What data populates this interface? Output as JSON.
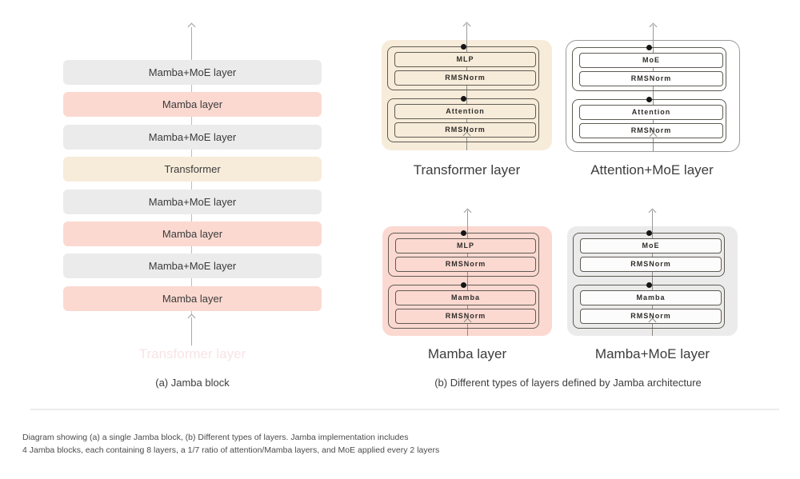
{
  "colors": {
    "gray_layer": "#ebebeb",
    "pink_layer": "#fbd9d1",
    "tan_layer": "#f7ecda",
    "white_layer": "#ffffff",
    "box_border": "#5f5b54",
    "arrow": "#9a9a9a",
    "dot": "#151515"
  },
  "panel_a": {
    "caption": "(a) Jamba block",
    "ghost_label": "Transformer layer",
    "rows": [
      {
        "label": "Mamba+MoE layer",
        "type": "gray"
      },
      {
        "label": "Mamba layer",
        "type": "pink"
      },
      {
        "label": "Mamba+MoE layer",
        "type": "gray"
      },
      {
        "label": "Transformer",
        "type": "tan"
      },
      {
        "label": "Mamba+MoE layer",
        "type": "gray"
      },
      {
        "label": "Mamba layer",
        "type": "pink"
      },
      {
        "label": "Mamba+MoE layer",
        "type": "gray"
      },
      {
        "label": "Mamba layer",
        "type": "pink"
      }
    ]
  },
  "panel_b": {
    "caption": "(b) Different types of layers defined by Jamba architecture",
    "cards": [
      {
        "caption": "Transformer layer",
        "style": "tan",
        "boxes": [
          "MLP",
          "RMSNorm",
          "Attention",
          "RMSNorm"
        ]
      },
      {
        "caption": "Attention+MoE layer",
        "style": "white",
        "boxes": [
          "MoE",
          "RMSNorm",
          "Attention",
          "RMSNorm"
        ]
      },
      {
        "caption": "Mamba layer",
        "style": "pink",
        "boxes": [
          "MLP",
          "RMSNorm",
          "Mamba",
          "RMSNorm"
        ]
      },
      {
        "caption": "Mamba+MoE layer",
        "style": "gray",
        "boxes": [
          "MoE",
          "RMSNorm",
          "Mamba",
          "RMSNorm"
        ]
      }
    ]
  },
  "footer": {
    "line1": "Diagram showing (a) a single Jamba block, (b) Different types of layers. Jamba implementation includes",
    "line2": "4 Jamba blocks, each containing 8 layers, a 1/7 ratio of attention/Mamba layers, and MoE applied every 2 layers"
  }
}
